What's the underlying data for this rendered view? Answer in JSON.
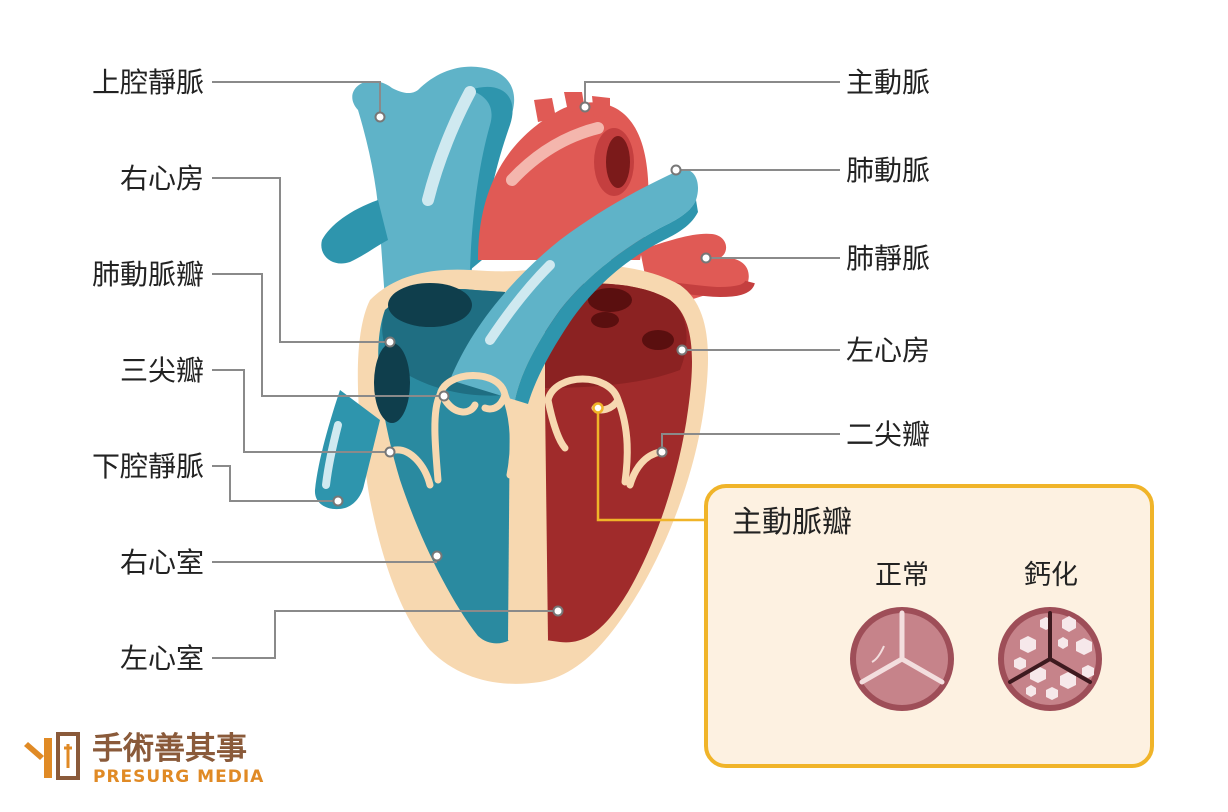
{
  "labels_left": [
    {
      "id": "superior-vena-cava",
      "text": "上腔靜脈"
    },
    {
      "id": "right-atrium",
      "text": "右心房"
    },
    {
      "id": "pulmonary-valve",
      "text": "肺動脈瓣"
    },
    {
      "id": "tricuspid-valve",
      "text": "三尖瓣"
    },
    {
      "id": "inferior-vena-cava",
      "text": "下腔靜脈"
    },
    {
      "id": "right-ventricle",
      "text": "右心室"
    },
    {
      "id": "left-ventricle",
      "text": "左心室"
    }
  ],
  "labels_right": [
    {
      "id": "aorta",
      "text": "主動脈"
    },
    {
      "id": "pulmonary-artery",
      "text": "肺動脈"
    },
    {
      "id": "pulmonary-vein",
      "text": "肺靜脈"
    },
    {
      "id": "left-atrium",
      "text": "左心房"
    },
    {
      "id": "mitral-valve",
      "text": "二尖瓣"
    }
  ],
  "inset": {
    "title": "主動脈瓣",
    "normal_label": "正常",
    "calcified_label": "鈣化"
  },
  "brand": {
    "name_cn": "手術善其事",
    "name_en": "PRESURG MEDIA"
  },
  "colors": {
    "vein_blue": "#5fb3c8",
    "artery_red": "#e05a55",
    "heart_wall": "#f7d8b0",
    "inset_border": "#f0b429",
    "inset_bg": "#fdf1e1",
    "brand_brown": "#8a5a3a",
    "brand_orange": "#e08a25"
  }
}
